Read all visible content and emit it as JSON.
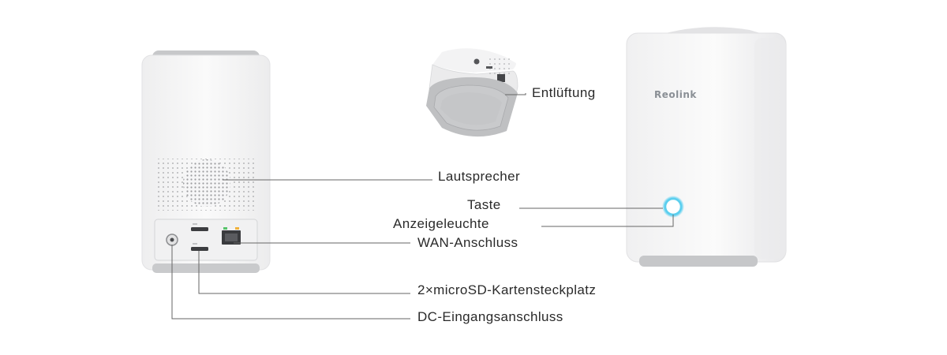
{
  "brand": {
    "logo_text": "Reolink"
  },
  "callouts": {
    "ventilation": "Entlüftung",
    "speaker": "Lautsprecher",
    "button": "Taste",
    "indicator": "Anzeigeleuchte",
    "wan": "WAN-Anschluss",
    "microsd": "2×microSD-Kartensteckplatz",
    "dc_input": "DC-Eingangsanschluss"
  },
  "colors": {
    "device_body": "#f6f6f7",
    "device_cap": "#bfc0c2",
    "leader_line": "#555555",
    "indicator_glow": "#38c6ee"
  }
}
